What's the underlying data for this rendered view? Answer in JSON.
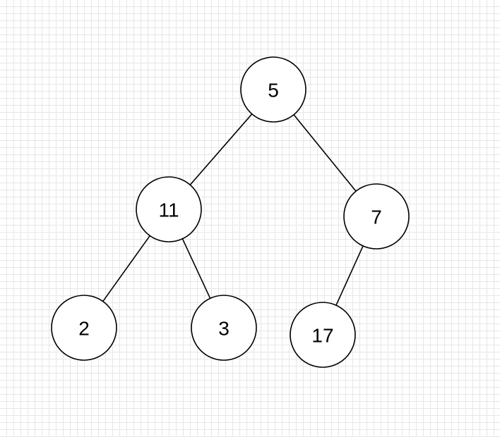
{
  "tree": {
    "nodes": [
      {
        "id": "n5",
        "label": "5"
      },
      {
        "id": "n11",
        "label": "11"
      },
      {
        "id": "n7",
        "label": "7"
      },
      {
        "id": "n2",
        "label": "2"
      },
      {
        "id": "n3",
        "label": "3"
      },
      {
        "id": "n17",
        "label": "17"
      }
    ],
    "edges": [
      {
        "from": "n5",
        "to": "n11"
      },
      {
        "from": "n5",
        "to": "n7"
      },
      {
        "from": "n11",
        "to": "n2"
      },
      {
        "from": "n11",
        "to": "n3"
      },
      {
        "from": "n7",
        "to": "n17"
      }
    ]
  }
}
